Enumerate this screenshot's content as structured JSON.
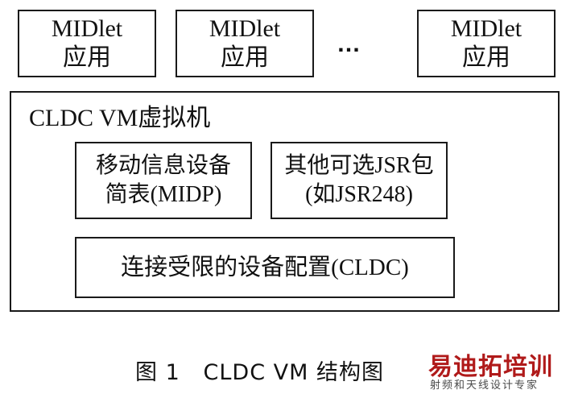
{
  "top_boxes": [
    {
      "line1": "MIDlet",
      "line2": "应用"
    },
    {
      "line1": "MIDlet",
      "line2": "应用"
    },
    {
      "line1": "MIDlet",
      "line2": "应用"
    }
  ],
  "ellipsis": "…",
  "vm": {
    "title": "CLDC VM虚拟机",
    "midp": {
      "line1": "移动信息设备",
      "line2": "简表(MIDP)"
    },
    "jsr": {
      "line1": "其他可选JSR包",
      "line2": "(如JSR248)"
    },
    "cldc": "连接受限的设备配置(CLDC)"
  },
  "caption": "图 1   CLDC VM 结构图",
  "watermark": {
    "main": "易迪拓培训",
    "sub": "射频和天线设计专家"
  }
}
